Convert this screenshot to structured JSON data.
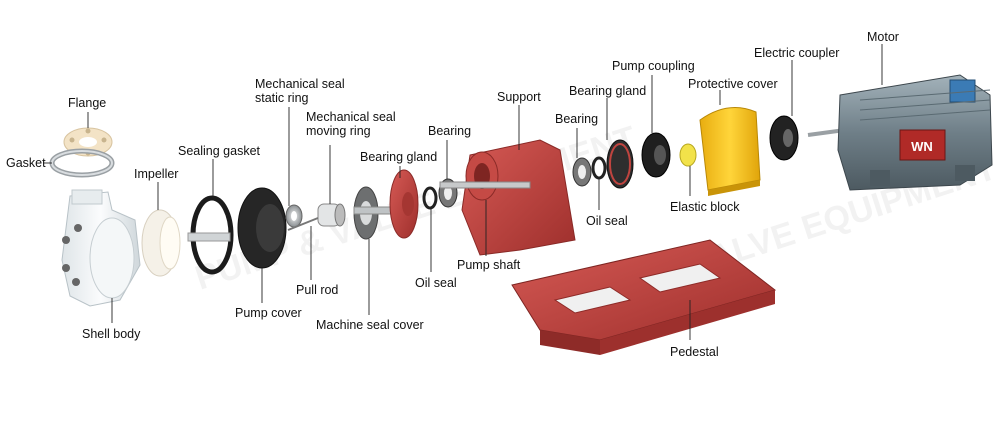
{
  "labels": {
    "flange": "Flange",
    "gasket": "Gasket",
    "sealing_gasket": "Sealing gasket",
    "impeller": "Impeller",
    "mech_seal_static_1": "Mechanical seal",
    "mech_seal_static_2": "static ring",
    "mech_seal_moving_1": "Mechanical seal",
    "mech_seal_moving_2": "moving ring",
    "bearing_gland_1": "Bearing gland",
    "bearing_1": "Bearing",
    "support": "Support",
    "bearing_2": "Bearing",
    "bearing_gland_2": "Bearing gland",
    "pump_coupling": "Pump coupling",
    "protective_cover": "Protective cover",
    "electric_coupler": "Electric coupler",
    "motor": "Motor",
    "shell_body": "Shell body",
    "pump_cover": "Pump cover",
    "pull_rod": "Pull rod",
    "machine_seal_cover": "Machine seal cover",
    "oil_seal_1": "Oil seal",
    "pump_shaft": "Pump shaft",
    "oil_seal_2": "Oil seal",
    "elastic_block": "Elastic block",
    "pedestal": "Pedestal"
  },
  "colors": {
    "leader": "#222222",
    "red_cast": "#c0443f",
    "motor_body": "#7d8e97",
    "cover_yellow": "#f5c21b",
    "white_plastic": "#eef2f4",
    "dark_rubber": "#2a2a2a"
  }
}
